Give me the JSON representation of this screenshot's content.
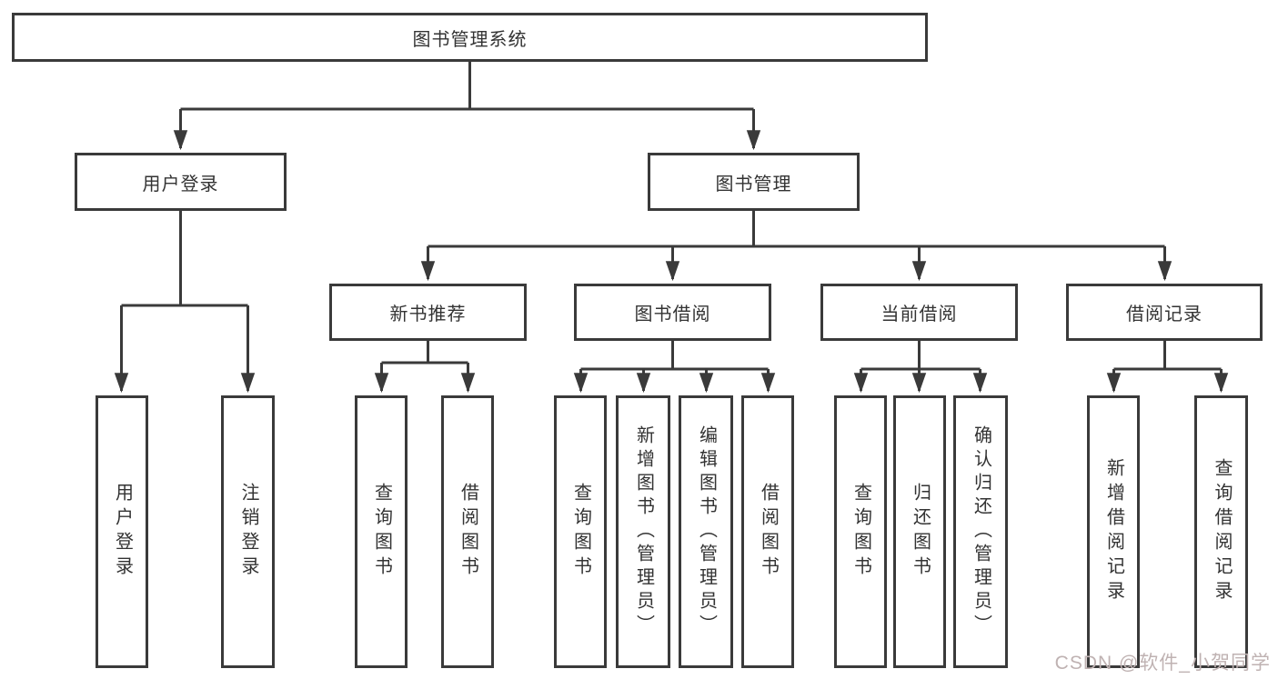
{
  "diagram": {
    "type": "tree",
    "root": {
      "label": "图书管理系统"
    },
    "level2": [
      {
        "label": "用户登录"
      },
      {
        "label": "图书管理"
      }
    ],
    "level3": [
      {
        "label": "新书推荐",
        "parent": "图书管理"
      },
      {
        "label": "图书借阅",
        "parent": "图书管理"
      },
      {
        "label": "当前借阅",
        "parent": "图书管理"
      },
      {
        "label": "借阅记录",
        "parent": "图书管理"
      }
    ],
    "leaves": [
      {
        "label": "用户登录",
        "parent": "用户登录"
      },
      {
        "label": "注销登录",
        "parent": "用户登录"
      },
      {
        "label": "查询图书",
        "parent": "新书推荐"
      },
      {
        "label": "借阅图书",
        "parent": "新书推荐"
      },
      {
        "label": "查询图书",
        "parent": "图书借阅"
      },
      {
        "label": "新增图书（管理员）",
        "parent": "图书借阅"
      },
      {
        "label": "编辑图书（管理员）",
        "parent": "图书借阅"
      },
      {
        "label": "借阅图书",
        "parent": "图书借阅"
      },
      {
        "label": "查询图书",
        "parent": "当前借阅"
      },
      {
        "label": "归还图书",
        "parent": "当前借阅"
      },
      {
        "label": "确认归还（管理员）",
        "parent": "当前借阅"
      },
      {
        "label": "新增借阅记录",
        "parent": "借阅记录"
      },
      {
        "label": "查询借阅记录",
        "parent": "借阅记录"
      }
    ]
  },
  "watermark": {
    "text": "CSDN @软件_小贺同学",
    "color": "#bfb2b2"
  },
  "colors": {
    "line": "#3a3a3a",
    "text": "#333333",
    "background": "#ffffff"
  }
}
